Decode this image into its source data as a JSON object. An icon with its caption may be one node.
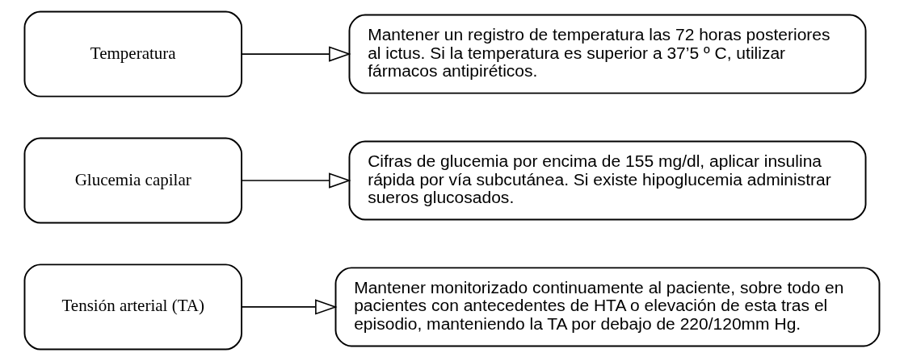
{
  "diagram": {
    "nodes": [
      {
        "text": [
          "Tensión arterial (TA)"
        ]
      },
      {
        "text": [
          "Mantener monitorizado continuamente al paciente, sobre todo en pacientes con antecedentes de HTA o elevación de esta tras el episodio, manteniendo la TA por debajo de 220/120mm Hg."
        ]
      },
      {
        "text": [
          "Glucemia capilar"
        ]
      },
      {
        "text": [
          "Cifras de glucemia por encima de 155 mg/dl, aplicar insulina rápida por vía subcutánea. Si existe hipoglucemia administrar sueros glucosados."
        ]
      },
      {
        "text": [
          "Temperatura"
        ]
      },
      {
        "text": [
          "Mantener un registro de temperatura las 72 horas posteriores al ictus. Si la temperatura es superior a 37’5 º C, utilizar fármacos antipiréticos."
        ]
      }
    ],
    "edges": [
      {
        "from": 0,
        "to": 1,
        "arrow": "to"
      },
      {
        "from": 2,
        "to": 3,
        "arrow": "to"
      },
      {
        "from": 4,
        "to": 5,
        "arrow": "to"
      }
    ]
  }
}
